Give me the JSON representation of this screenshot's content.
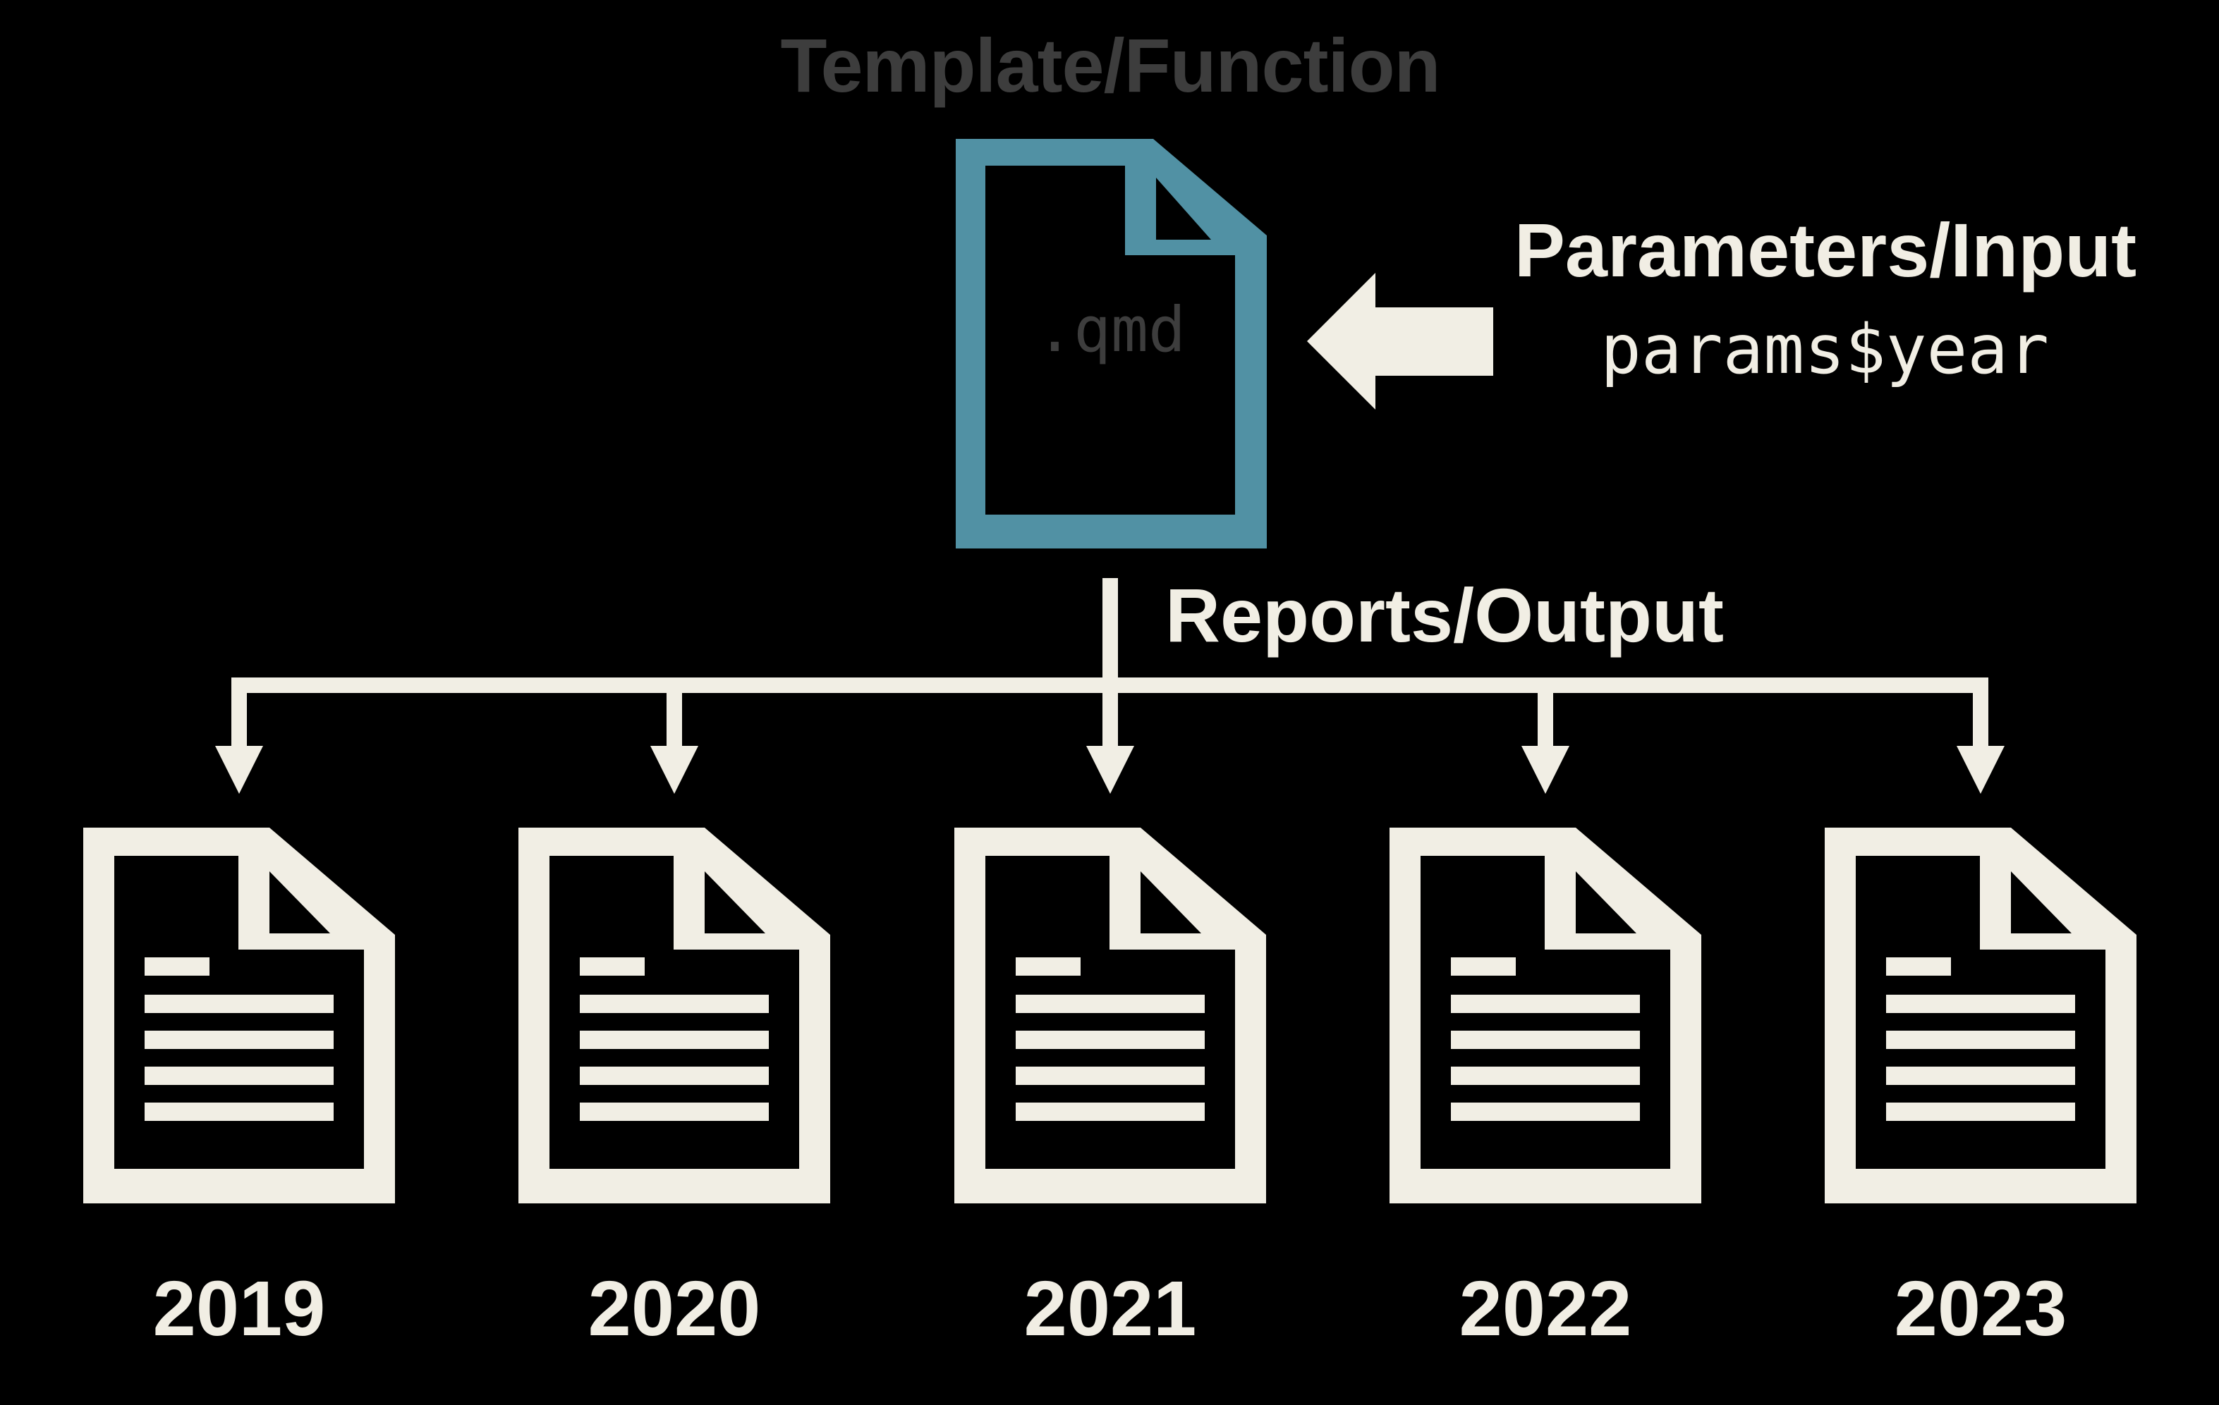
{
  "diagram": {
    "title": "Template/Function",
    "template_file": {
      "extension_label": ".qmd"
    },
    "parameters": {
      "label": "Parameters/Input",
      "code": "params$year"
    },
    "reports": {
      "label": "Reports/Output",
      "years": [
        "2019",
        "2020",
        "2021",
        "2022",
        "2023"
      ]
    }
  },
  "colors": {
    "background": "#000000",
    "template_file_teal": "#5191a4",
    "cream": "#f1eee4",
    "title_gray": "#3d3d3d"
  },
  "icons": {
    "template_file": "qmd-document-with-folded-corner-icon",
    "report_file": "document-with-text-lines-icon",
    "parameters_arrow": "left-block-arrow-icon",
    "branch_arrow": "down-arrowhead-icon"
  }
}
